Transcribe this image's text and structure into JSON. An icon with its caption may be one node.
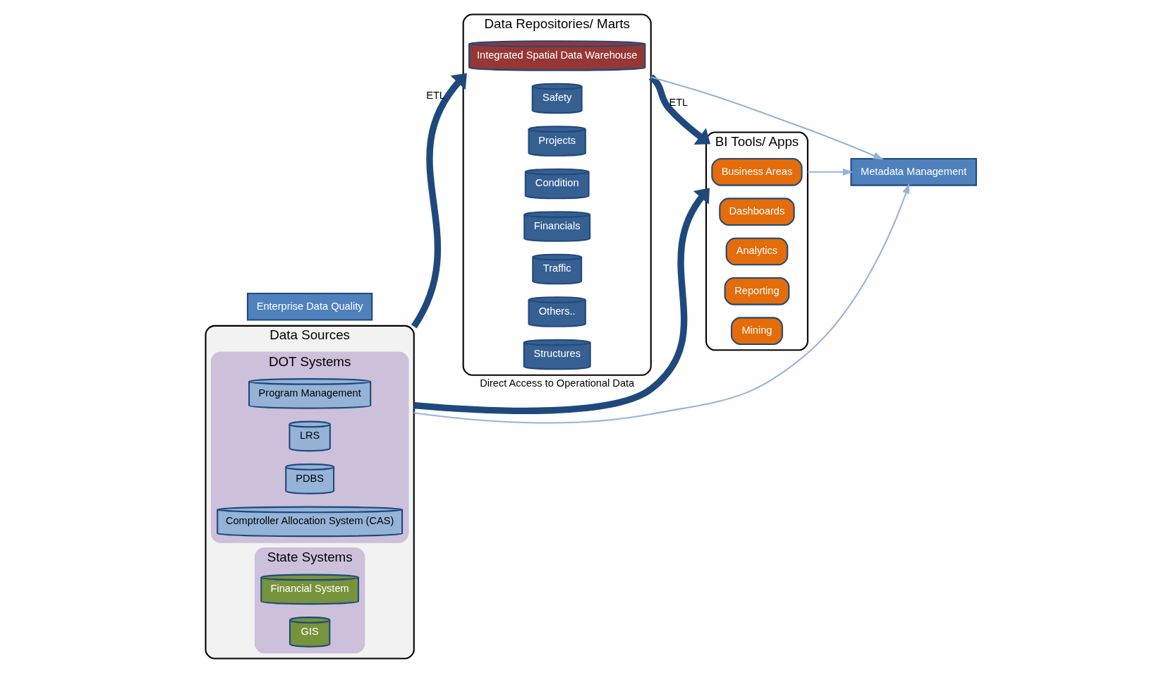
{
  "diagram": {
    "nodes": [
      {
        "text": [
          "Data Sources"
        ]
      },
      {
        "text": [
          "DOT Systems"
        ],
        "in": 0
      },
      {
        "text": [
          "Program Management"
        ],
        "in": 1
      },
      {
        "text": [
          "LRS"
        ],
        "in": 1
      },
      {
        "text": [
          "PDBS"
        ],
        "in": 1
      },
      {
        "text": [
          "Comptroller Allocation System (CAS)"
        ],
        "in": 1
      },
      {
        "text": [
          "State Systems"
        ],
        "in": 0
      },
      {
        "text": [
          "Financial System"
        ],
        "in": 6
      },
      {
        "text": [
          "GIS"
        ],
        "in": 6
      },
      {
        "text": [
          "Data Repositories/ Marts"
        ]
      },
      {
        "text": [
          "Integrated Spatial Data Warehouse"
        ],
        "in": 9
      },
      {
        "text": [
          "Safety"
        ],
        "in": 9
      },
      {
        "text": [
          "Projects"
        ],
        "in": 9
      },
      {
        "text": [
          "Condition"
        ],
        "in": 9
      },
      {
        "text": [
          "Financials"
        ],
        "in": 9
      },
      {
        "text": [
          "Traffic"
        ],
        "in": 9
      },
      {
        "text": [
          "Others.."
        ],
        "in": 9
      },
      {
        "text": [
          "Structures"
        ],
        "in": 9
      },
      {
        "text": [
          "BI Tools/ Apps"
        ]
      },
      {
        "text": [
          "Business Areas"
        ],
        "in": 18
      },
      {
        "text": [
          "Dashboards"
        ],
        "in": 18
      },
      {
        "text": [
          "Analytics"
        ],
        "in": 18
      },
      {
        "text": [
          "Reporting"
        ],
        "in": 18
      },
      {
        "text": [
          "Mining"
        ],
        "in": 18
      },
      {
        "text": [
          "Metadata Management"
        ]
      },
      {
        "text": [
          "Enterprise Data Quality"
        ]
      }
    ],
    "edges": [
      {
        "from": 0,
        "to": 9,
        "arrow": "to",
        "label": "ETL",
        "style": "thick",
        "color": "#1f497d"
      },
      {
        "from": 9,
        "to": 18,
        "arrow": "to",
        "label": "ETL",
        "style": "thick",
        "color": "#1f497d"
      },
      {
        "from": 0,
        "to": 18,
        "arrow": "to",
        "label": "Direct Access to Operational Data",
        "style": "thick",
        "color": "#1f497d"
      },
      {
        "from": 0,
        "to": 24,
        "arrow": "to",
        "color": "#95b3d7"
      },
      {
        "from": 9,
        "to": 24,
        "arrow": "to",
        "color": "#95b3d7"
      },
      {
        "from": 18,
        "to": 24,
        "arrow": "to",
        "color": "#95b3d7"
      }
    ]
  }
}
